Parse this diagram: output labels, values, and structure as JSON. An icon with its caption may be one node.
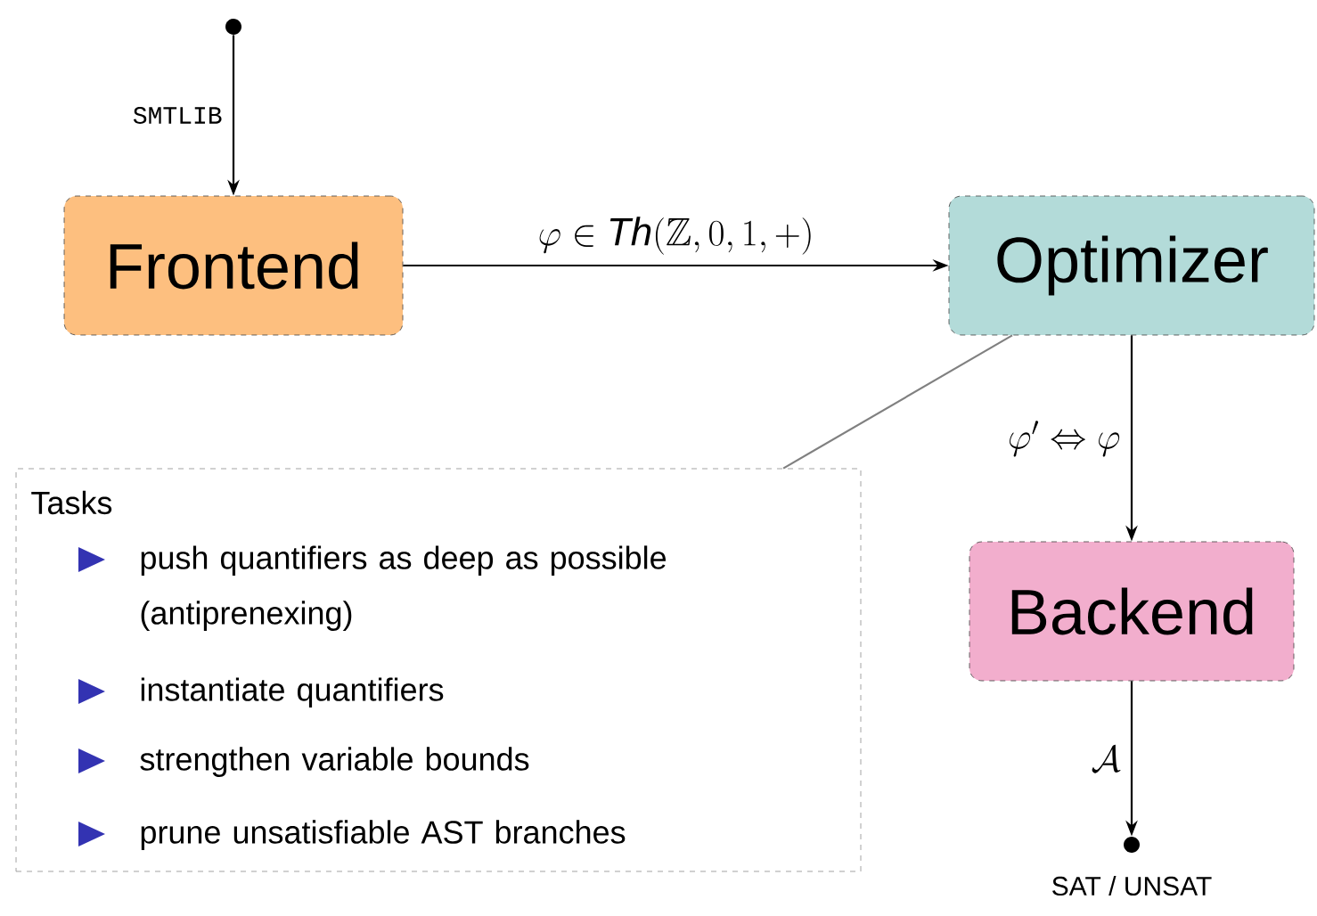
{
  "diagram": {
    "nodes": [
      {
        "text": [],
        "shape": "circle"
      },
      {
        "text": [
          "Frontend"
        ]
      },
      {
        "text": [
          "Optimizer"
        ]
      },
      {
        "text": [
          "Backend"
        ]
      },
      {
        "text": [],
        "shape": "circle",
        "beside": [
          "SAT / UNSAT"
        ]
      },
      {
        "text": [
          "Tasks",
          "push quantifiers as deep as possible (antiprenexing)",
          "instantiate quantifiers",
          "strengthen variable bounds",
          "prune unsatisfiable AST branches"
        ]
      }
    ],
    "edges": [
      {
        "from": 0,
        "to": 1,
        "arrow": "to",
        "label": "SMTLIB"
      },
      {
        "from": 1,
        "to": 2,
        "arrow": "to",
        "label": "\\varphi \\in \\mathit{Th}(\\mathbb{Z}, 0, 1, +)"
      },
      {
        "from": 2,
        "to": 3,
        "arrow": "to",
        "label": "\\varphi' \\Leftrightarrow \\varphi"
      },
      {
        "from": 3,
        "to": 4,
        "arrow": "to",
        "label": "\\mathcal{A}"
      },
      {
        "from": 5,
        "to": 2,
        "arrow": "none",
        "color": "#808080"
      }
    ]
  }
}
